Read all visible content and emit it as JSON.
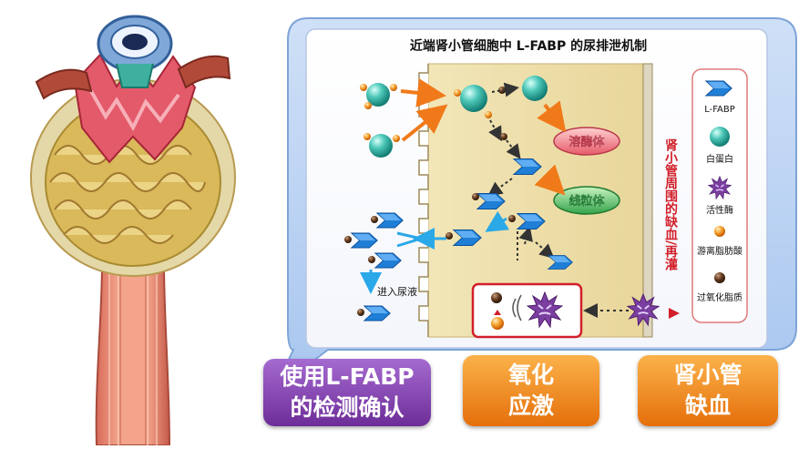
{
  "diagram": {
    "title": "近端肾小管细胞中 L-FABP 的尿排泄机制",
    "labels": {
      "lysosome": "溶酶体",
      "mitochondria": "线粒体",
      "excretion": "进入尿液",
      "ischemia_vertical": "肾小管周围的缺血/再灌"
    },
    "legend": [
      {
        "key": "lfabp",
        "label": "L-FABP",
        "color": "#1f7fd6"
      },
      {
        "key": "albumin",
        "label": "白蛋白",
        "color": "#2fb3a5"
      },
      {
        "key": "enzyme",
        "label": "活性酶",
        "color": "#7b3fa0"
      },
      {
        "key": "ffa",
        "label": "游离脂肪酸",
        "color": "#f08a16"
      },
      {
        "key": "lipid_peroxide",
        "label": "过氧化脂质",
        "color": "#5a3520"
      }
    ]
  },
  "buttons": {
    "verify": {
      "line1": "使用L-FABP",
      "line2": "的检测确认",
      "color": "#7a3aa8"
    },
    "stress": {
      "line1": "氧化",
      "line2": "应激",
      "color": "#f08a16"
    },
    "ischemia": {
      "line1": "肾小管",
      "line2": "缺血",
      "color": "#f08a16"
    }
  }
}
